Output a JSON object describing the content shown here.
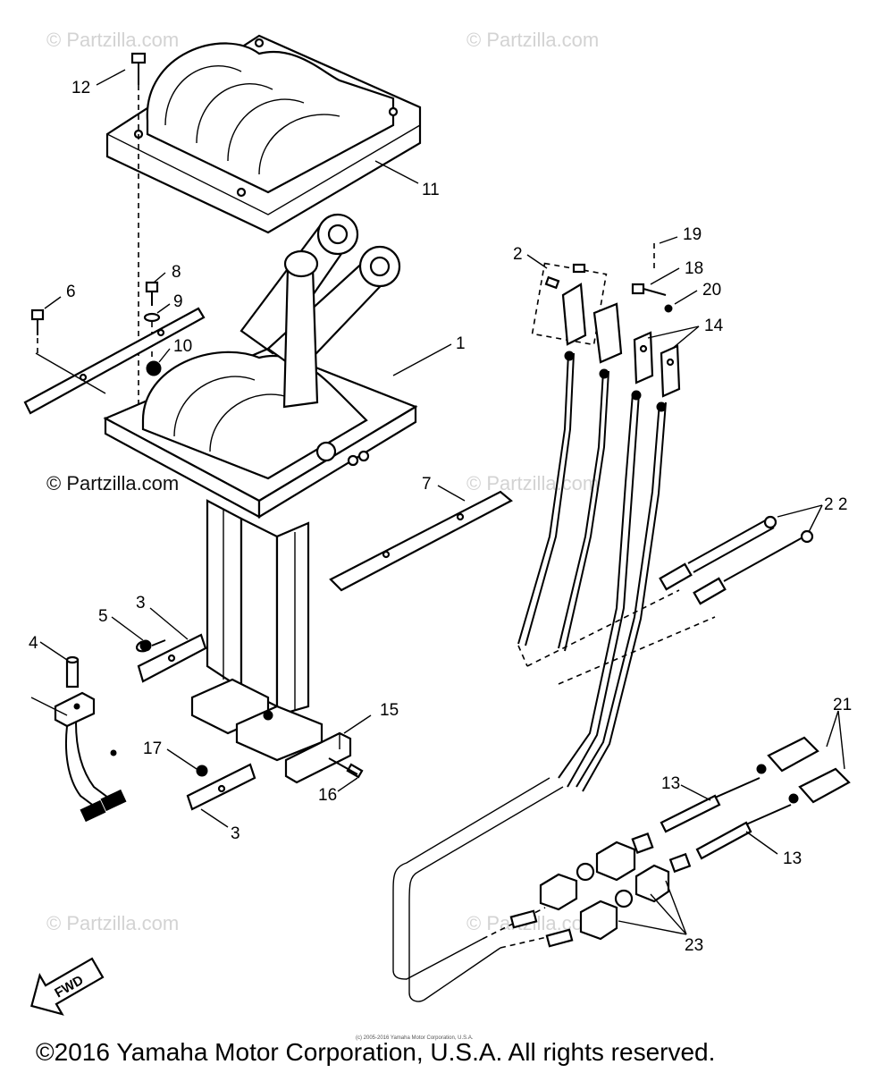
{
  "watermarks": {
    "top_left": "© Partzilla.com",
    "top_right": "© Partzilla.com",
    "mid_left": "© Partzilla.com",
    "mid_center": "© Partzilla.com",
    "bottom_left": "© Partzilla.com",
    "bottom_center": "© Partzilla.com"
  },
  "callouts": {
    "c1": "1",
    "c2": "2",
    "c3a": "3",
    "c3b": "3",
    "c4": "4",
    "c5": "5",
    "c6": "6",
    "c7": "7",
    "c8": "8",
    "c9": "9",
    "c10": "10",
    "c11": "11",
    "c12": "12",
    "c13a": "13",
    "c13b": "13",
    "c14": "14",
    "c15": "15",
    "c16": "16",
    "c17": "17",
    "c18": "18",
    "c19": "19",
    "c20": "20",
    "c21": "21",
    "c22": "2 2",
    "c23": "23"
  },
  "fwd_label": "FWD",
  "small_copyright": "(c) 2005-2016 Yamaha Motor Corporation, U.S.A.",
  "footer": "©2016 Yamaha Motor Corporation, U.S.A. All rights reserved."
}
